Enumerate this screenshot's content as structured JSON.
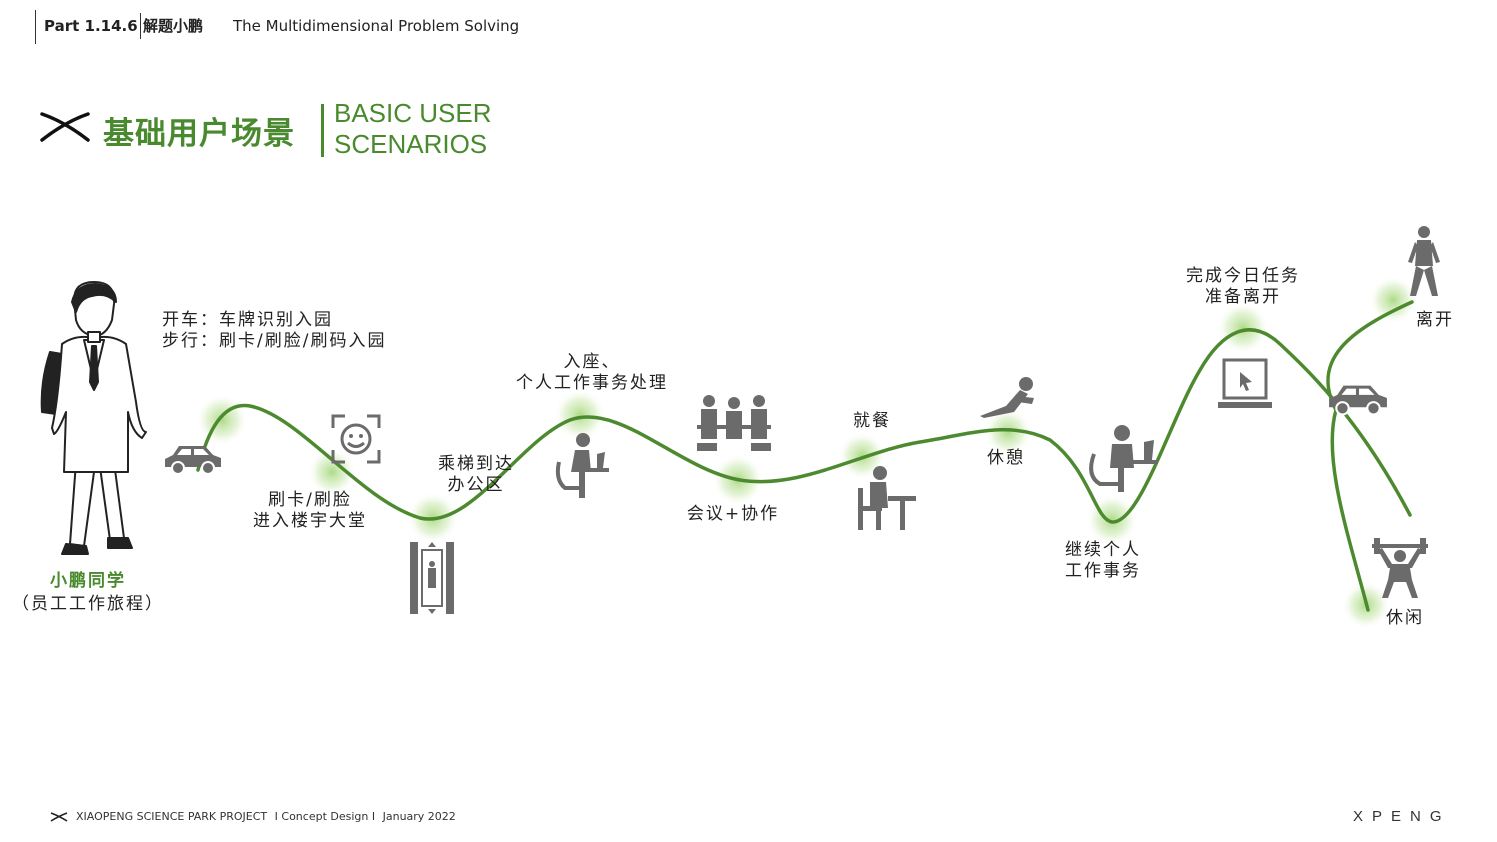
{
  "header": {
    "part": "Part 1.14.6",
    "section": "解题小鹏",
    "section_en": "The Multidimensional Problem Solving"
  },
  "title": {
    "cn": "基础用户场景",
    "en_line1": "BASIC USER",
    "en_line2": "SCENARIOS"
  },
  "persona": {
    "name": "小鹏同学",
    "subtitle": "（员工工作旅程）"
  },
  "stages": [
    {
      "id": "arrive",
      "lines": [
        "开车：车牌识别入园",
        "步行：刷卡/刷脸/刷码入园"
      ],
      "icon": "car-icon"
    },
    {
      "id": "lobby",
      "lines": [
        "刷卡/刷脸",
        "进入楼宇大堂"
      ],
      "icon": "face-scan-icon"
    },
    {
      "id": "elevator",
      "lines": [
        "乘梯到达",
        "办公区"
      ],
      "icon": "elevator-icon"
    },
    {
      "id": "seat",
      "lines": [
        "入座、",
        "个人工作事务处理"
      ],
      "icon": "desk-worker-icon"
    },
    {
      "id": "meeting",
      "lines": [
        "会议+协作"
      ],
      "icon": "meeting-icon"
    },
    {
      "id": "dining",
      "lines": [
        "就餐"
      ],
      "icon": "dining-icon"
    },
    {
      "id": "rest",
      "lines": [
        "休憩"
      ],
      "icon": "rest-icon"
    },
    {
      "id": "continue",
      "lines": [
        "继续个人",
        "工作事务"
      ],
      "icon": "desk-worker-icon"
    },
    {
      "id": "finish",
      "lines": [
        "完成今日任务",
        "准备离开"
      ],
      "icon": "laptop-icon"
    },
    {
      "id": "leave",
      "lines": [
        "离开"
      ],
      "icon": "walking-person-icon"
    },
    {
      "id": "leisure",
      "lines": [
        "休闲"
      ],
      "icon": "weightlifting-icon"
    }
  ],
  "footer": {
    "project": "XIAOPENG SCIENCE PARK PROJECT",
    "design": "I Concept Design I",
    "date": "January 2022",
    "brand": "XPENG"
  },
  "colors": {
    "accent": "#4a8a2e",
    "curve": "#4d8a2f",
    "glow": "#a8d880",
    "icon": "#6b6b6b"
  }
}
